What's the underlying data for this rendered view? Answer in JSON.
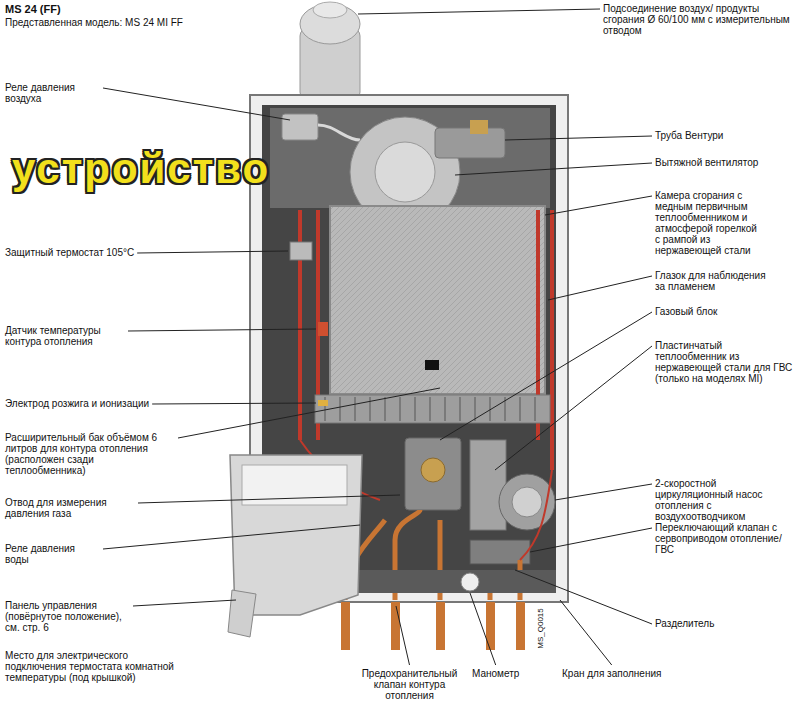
{
  "diagram": {
    "title": "MS 24 (FF)",
    "labels": [
      "Представленная модель: MS 24 MI FF",
      "устройство",
      "Подсоединение воздух/ продукты сгорания Ø 60/100 мм с измерительным отводом",
      "Реле давления воздуха",
      "Труба Вентури",
      "Вытяжной вентилятор",
      "Камера сгорания с медным первичным теплообменником и атмосферой горелкой с рампой из нержавеющей стали",
      "Защитный термостат 105°C",
      "Глазок для наблюдения за пламенем",
      "Газовый блок",
      "Датчик температуры контура отопления",
      "Пластинчатый теплообменник из нержавеющей стали для ГВС (только на моделях MI)",
      "Электрод розжига и ионизации",
      "Расширительный бак объёмом 6 литров для контура отопления (расположен сзади теплообменника)",
      "2-скоростной циркуляционный насос отопления с воздухоотводчиком",
      "Отвод для измерения давления газа",
      "Переключающий клапан с сервоприводом отопление/ГВС",
      "Реле давления воды",
      "Разделитель",
      "Панель управления (повёрнутое положение), см. стр. 6",
      "Место для электрического подключения термостата комнатной температуры (под крышкой)",
      "Предохранительный клапан контура отопления",
      "Манометр",
      "Кран для заполнения",
      "MS_Q0015"
    ]
  }
}
